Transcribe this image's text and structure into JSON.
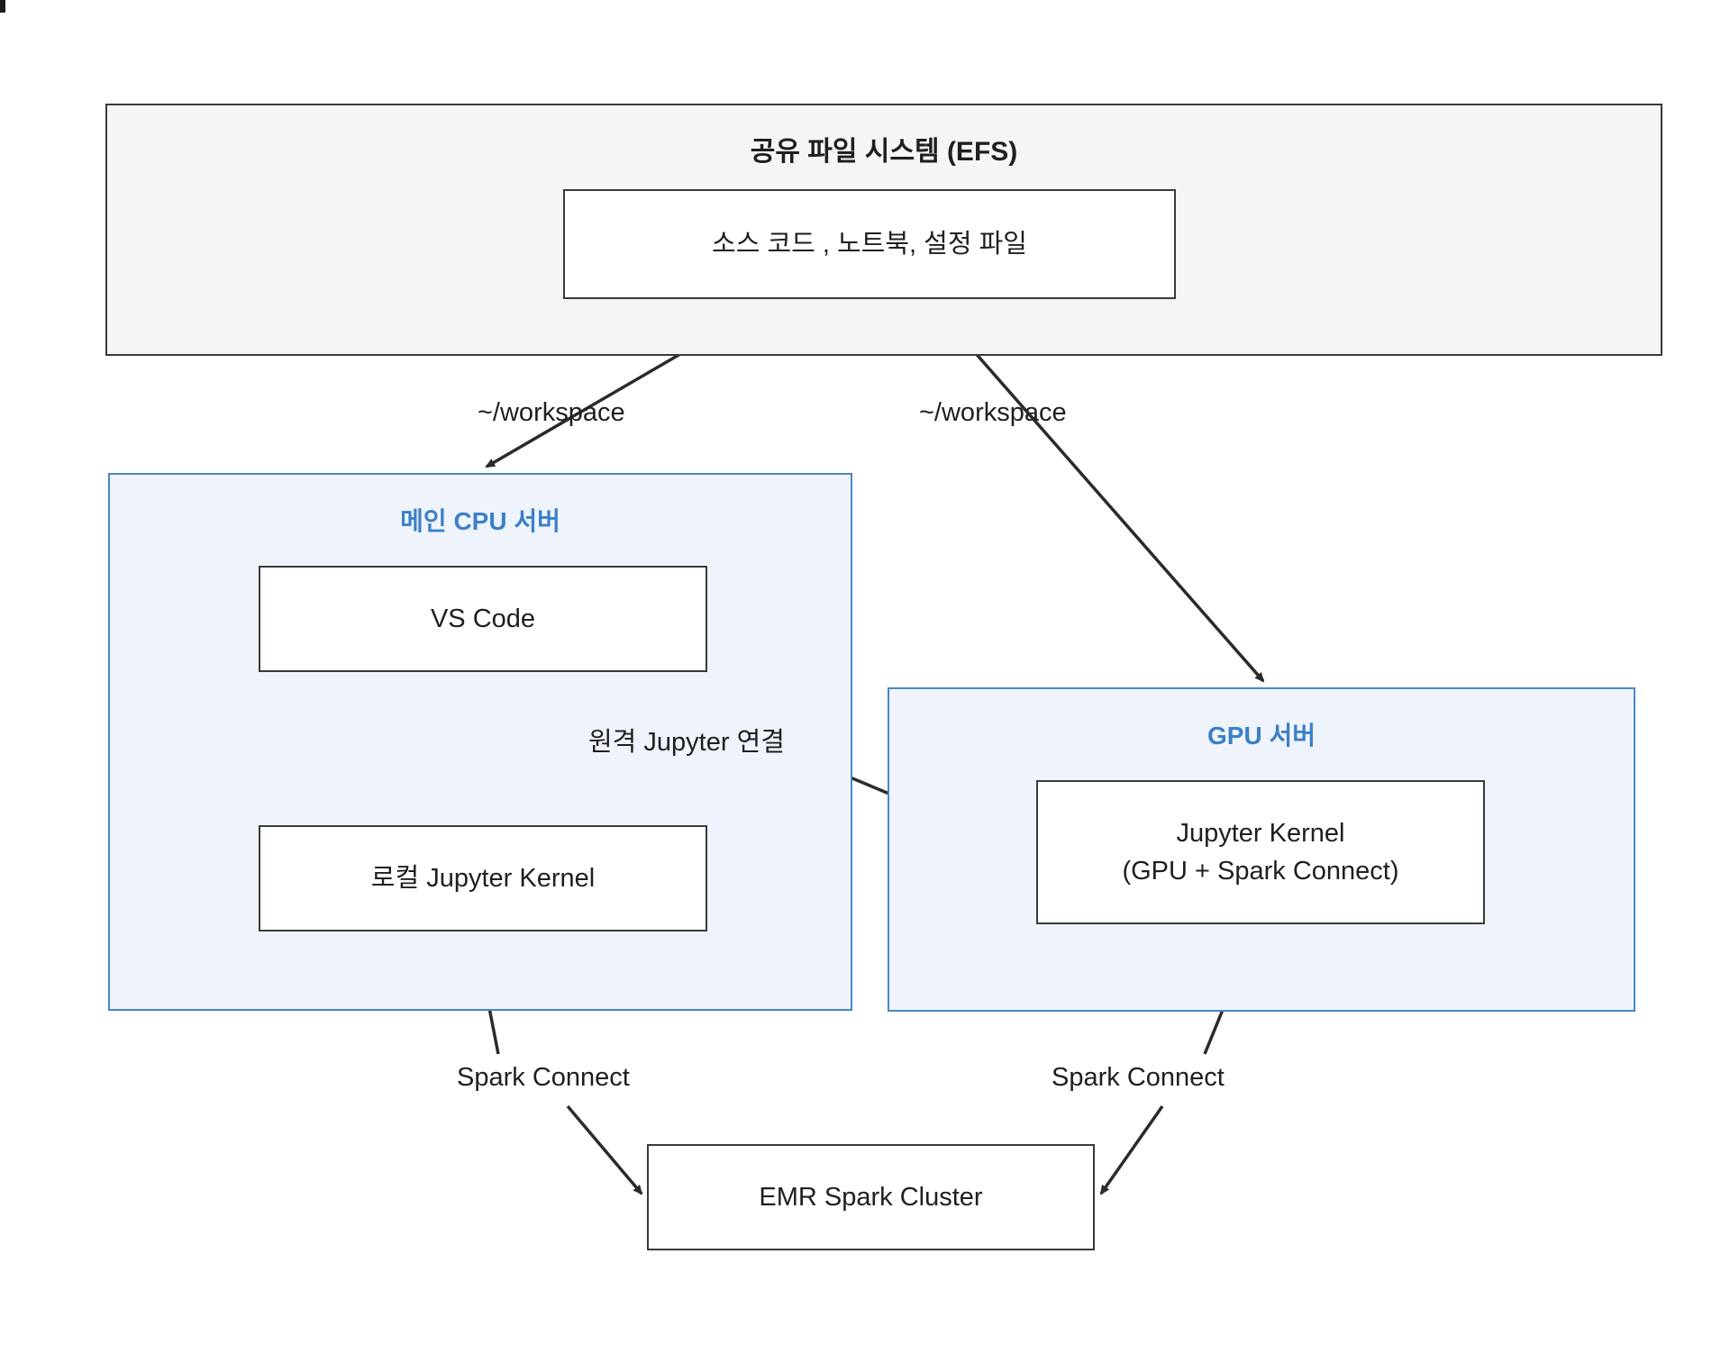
{
  "diagram": {
    "title_present": false,
    "colors": {
      "group_fill_gray": "#f5f5f5",
      "group_fill_blue": "#eff4fc",
      "group_border_blue": "#4a86c5",
      "group_title_blue": "#3b80c8",
      "node_border": "#3a3a3a",
      "node_fill": "#ffffff",
      "text": "#1f1f1f",
      "background": "#ffffff"
    },
    "groups": {
      "efs": {
        "title": "공유 파일 시스템 (EFS)"
      },
      "cpu_server": {
        "title": "메인 CPU 서버"
      },
      "gpu_server": {
        "title": "GPU 서버"
      }
    },
    "nodes": {
      "source_code": "소스 코드 , 노트북, 설정 파일",
      "vscode": "VS Code",
      "local_kernel": "로컬 Jupyter Kernel",
      "gpu_kernel": "Jupyter Kernel\n(GPU + Spark Connect)",
      "emr": "EMR Spark Cluster"
    },
    "edge_labels": {
      "workspace_left": "~/workspace",
      "workspace_right": "~/workspace",
      "remote_jupyter": "원격 Jupyter 연결",
      "spark_connect_left": "Spark Connect",
      "spark_connect_right": "Spark Connect"
    }
  }
}
